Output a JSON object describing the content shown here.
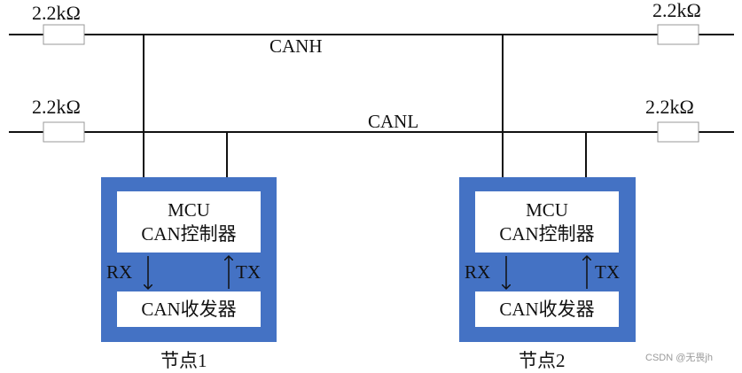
{
  "resistors": {
    "top_left": "2.2kΩ",
    "top_right": "2.2kΩ",
    "bottom_left": "2.2kΩ",
    "bottom_right": "2.2kΩ"
  },
  "bus": {
    "high": "CANH",
    "low": "CANL"
  },
  "nodes": [
    {
      "label": "节点1",
      "controller": {
        "line1": "MCU",
        "line2": "CAN控制器"
      },
      "transceiver": "CAN收发器",
      "rx": "RX",
      "tx": "TX"
    },
    {
      "label": "节点2",
      "controller": {
        "line1": "MCU",
        "line2": "CAN控制器"
      },
      "transceiver": "CAN收发器",
      "rx": "RX",
      "tx": "TX"
    }
  ],
  "watermark": "CSDN @无畏jh"
}
